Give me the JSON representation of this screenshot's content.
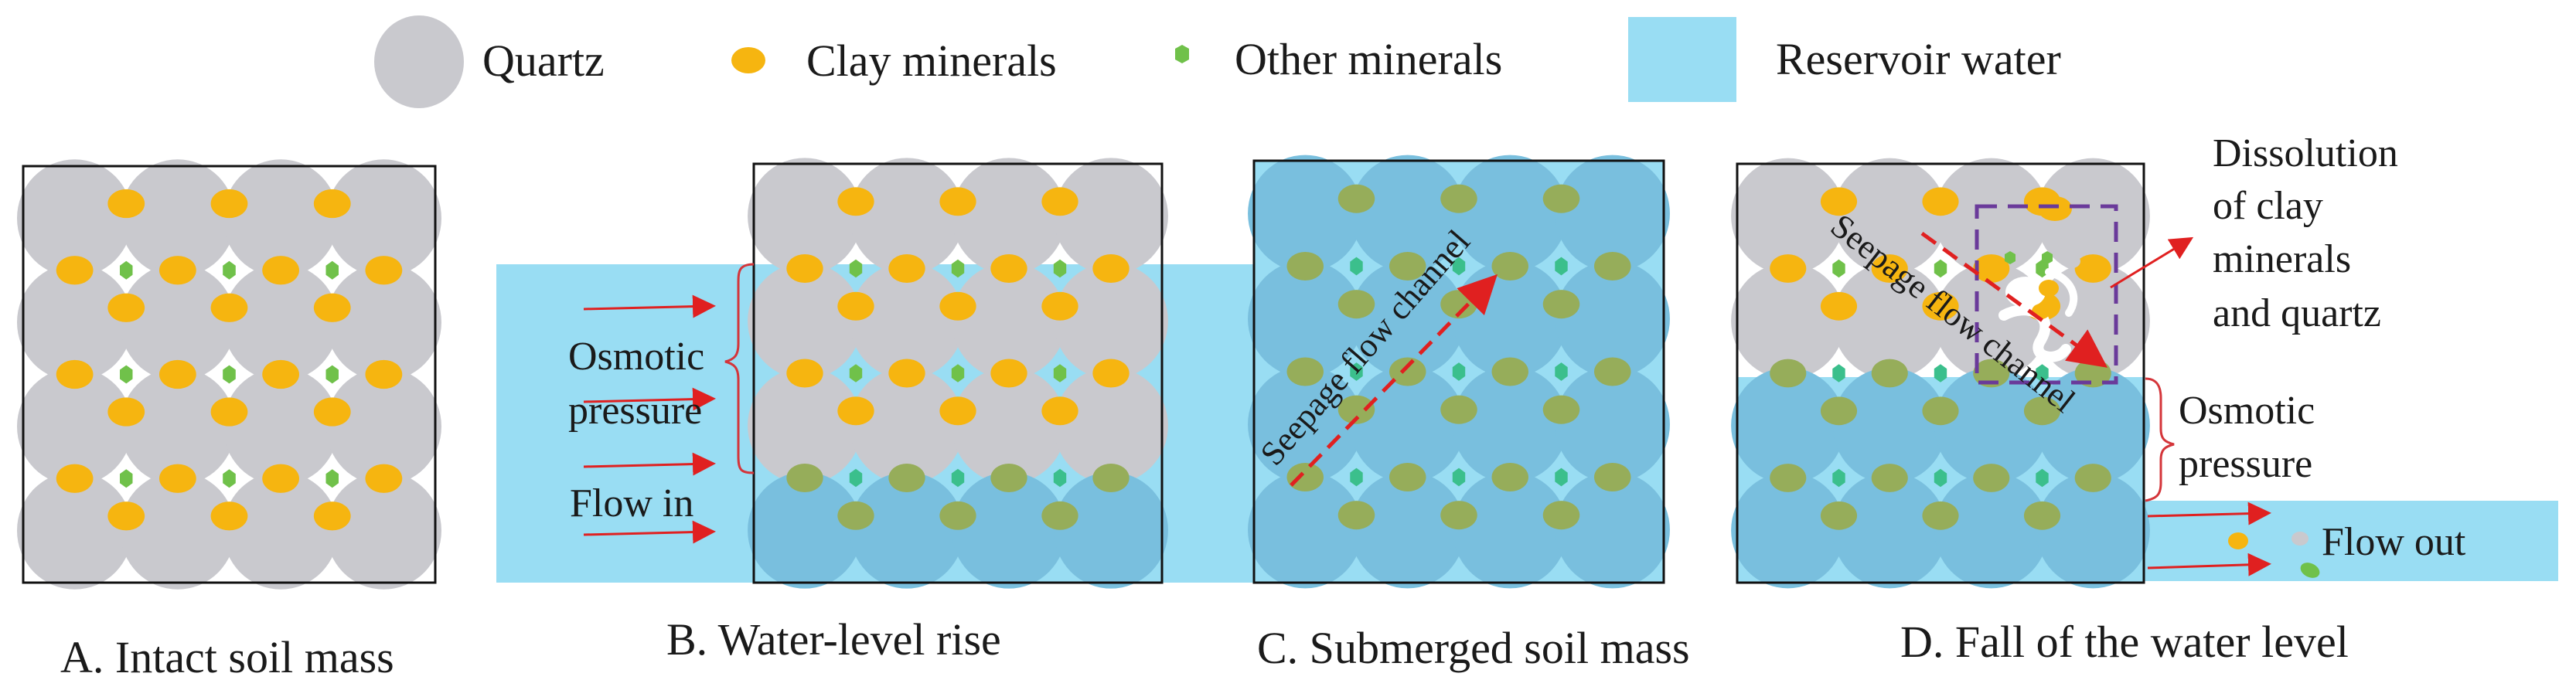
{
  "legend": {
    "quartz": "Quartz",
    "clay": "Clay minerals",
    "other": "Other minerals",
    "water": "Reservoir water"
  },
  "colors": {
    "quartz": "#c9c9ce",
    "clay": "#f6b510",
    "other": "#70c14a",
    "water": "#99ddf3",
    "wet_quartz": "#79bfde",
    "wet_clay": "#96ad5a",
    "wet_other": "#3bbf8c",
    "arrow": "#e02020",
    "bracket": "#d4353a",
    "box": "#6a3a9a"
  },
  "icons": {
    "flow_arrow": "right-arrow-icon",
    "seepage_arrow": "dashed-arrow-icon",
    "focus_box": "dashed-rectangle-icon"
  },
  "panels": {
    "a": {
      "caption": "A. Intact soil mass",
      "water_level": 0
    },
    "b": {
      "caption": "B. Water-level rise",
      "water_level": 0.25,
      "osmotic_line1": "Osmotic",
      "osmotic_line2": "pressure",
      "flow_in": "Flow in"
    },
    "c": {
      "caption": "C. Submerged soil mass",
      "water_level": 1,
      "seepage": "Seepage flow channel"
    },
    "d": {
      "caption": "D. Fall of the water level",
      "water_level": 0.5,
      "seepage": "Seepage flow channel",
      "dissolution": [
        "Dissolution",
        "of clay",
        "minerals",
        "and quartz"
      ],
      "osmotic_line1": "Osmotic",
      "osmotic_line2": "pressure",
      "flow_out": "Flow out"
    }
  }
}
